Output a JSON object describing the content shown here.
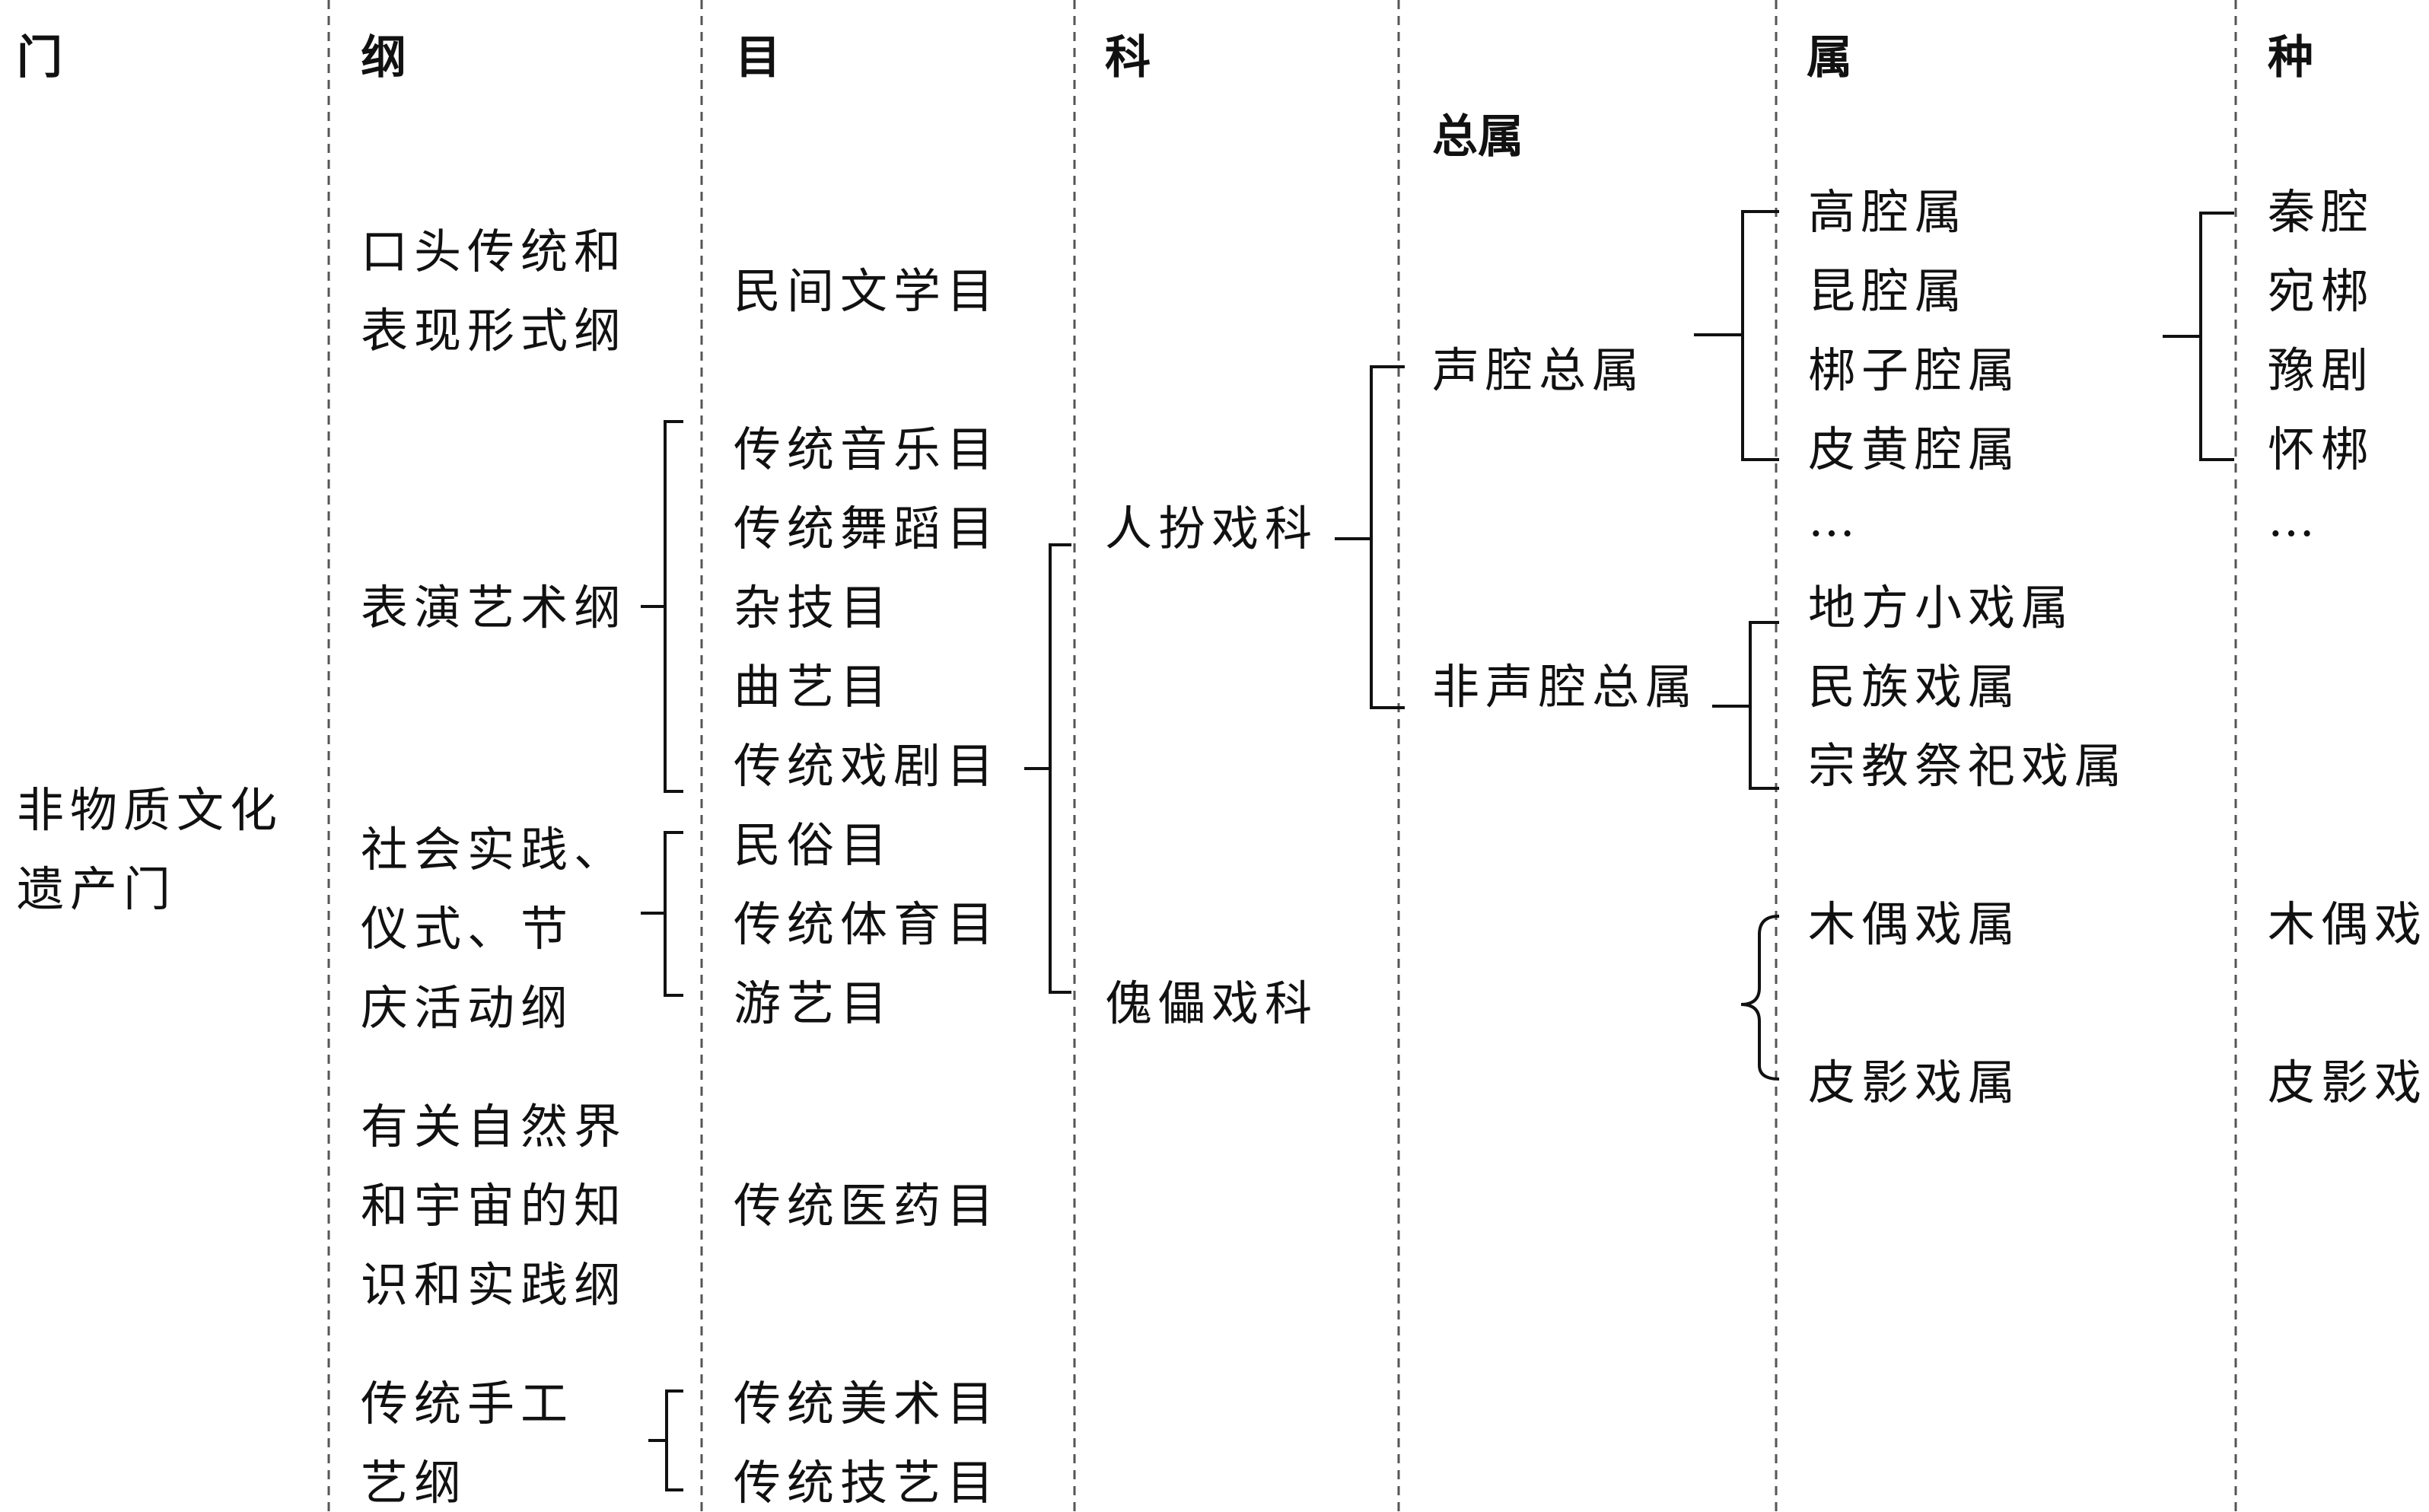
{
  "colors": {
    "ink": "#111111",
    "divider": "#555555",
    "background": "#ffffff"
  },
  "headers": {
    "men": "门",
    "gang": "纲",
    "mu": "目",
    "ke": "科",
    "zongshu": "总属",
    "shu": "属",
    "zhong": "种"
  },
  "men": {
    "l1": "非物质文化",
    "l2": "遗产门"
  },
  "gang": {
    "g1": {
      "l1": "口头传统和",
      "l2": "表现形式纲"
    },
    "g2": {
      "l1": "表演艺术纲"
    },
    "g3": {
      "l1": "社会实践、",
      "l2": "仪式、节",
      "l3": "庆活动纲"
    },
    "g4": {
      "l1": "有关自然界",
      "l2": "和宇宙的知",
      "l3": "识和实践纲"
    },
    "g5": {
      "l1": "传统手工",
      "l2": "艺纲"
    }
  },
  "mu": [
    "民间文学目",
    "传统音乐目",
    "传统舞蹈目",
    "杂技目",
    "曲艺目",
    "传统戏剧目",
    "民俗目",
    "传统体育目",
    "游艺目",
    "传统医药目",
    "传统美术目",
    "传统技艺目"
  ],
  "ke": [
    "人扮戏科",
    "傀儡戏科"
  ],
  "zongshu": [
    "声腔总属",
    "非声腔总属"
  ],
  "shu": [
    "高腔属",
    "昆腔属",
    "梆子腔属",
    "皮黄腔属",
    "…",
    "地方小戏属",
    "民族戏属",
    "宗教祭祀戏属",
    "木偶戏属",
    "皮影戏属"
  ],
  "zhong": [
    "秦腔",
    "宛梆",
    "豫剧",
    "怀梆",
    "…",
    "木偶戏",
    "皮影戏"
  ]
}
